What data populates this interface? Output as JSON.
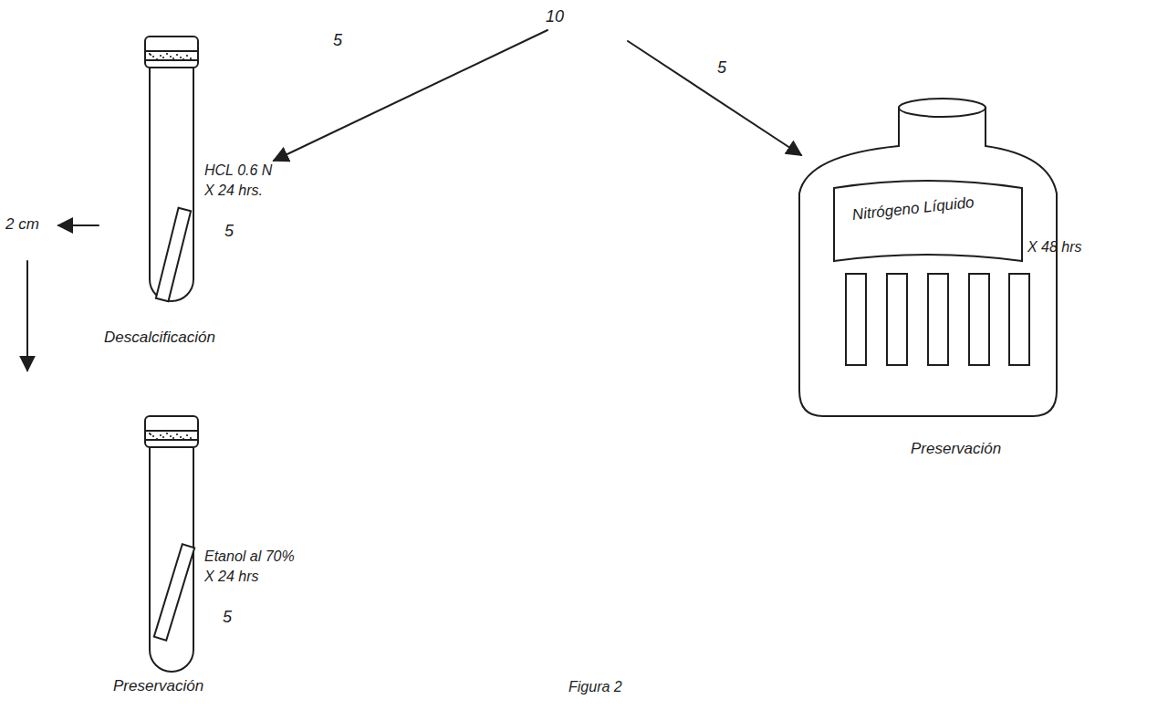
{
  "diagram": {
    "caption": "Figura 2",
    "labels": [
      "10",
      "5",
      "2 cm",
      "HCL 0.6 N",
      "X 24 hrs.",
      "5",
      "Descalcificación",
      "Etanol al 70%",
      "X 24 hrs",
      "5",
      "Preservación",
      "5",
      "Nitrógeno Líquido",
      "X 48 hrs",
      "Preservación"
    ]
  }
}
